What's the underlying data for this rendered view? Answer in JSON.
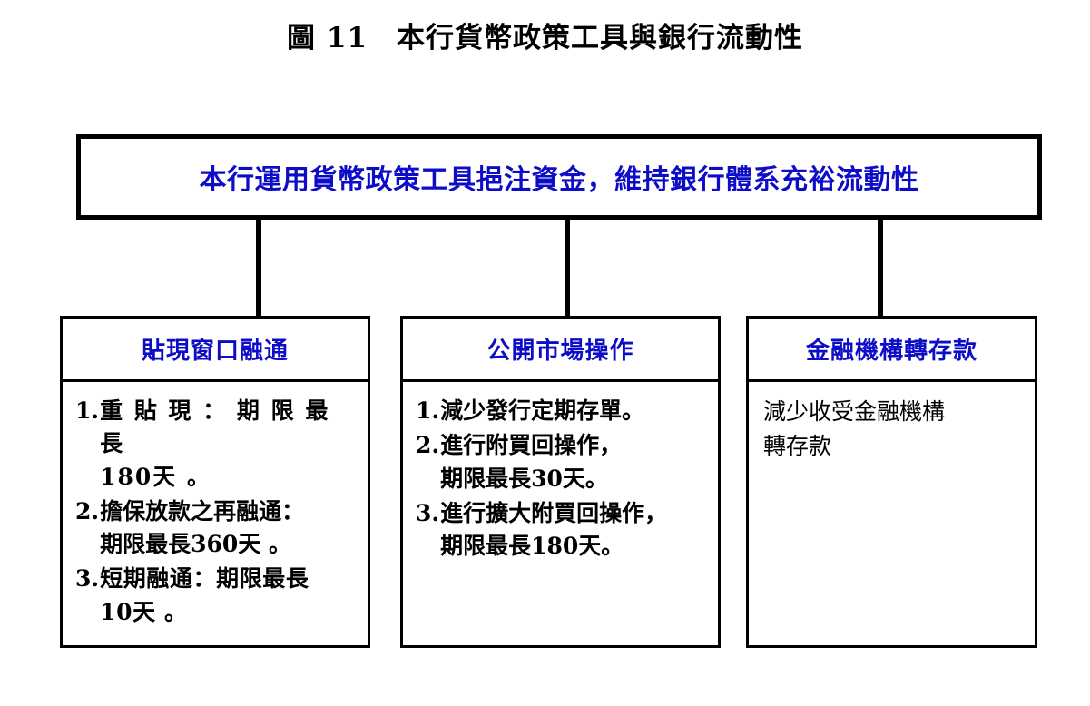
{
  "figure": {
    "title": "圖 11　本行貨幣政策工具與銀行流動性",
    "accent_color": "#0d0dc8",
    "text_color": "#000000",
    "border_color": "#000000",
    "background_color": "#ffffff"
  },
  "banner": {
    "text": "本行運用貨幣政策工具挹注資金，維持銀行體系充裕流動性"
  },
  "columns": [
    {
      "header": "貼現窗口融通",
      "body_type": "numbered-list",
      "items": [
        {
          "num": "1.",
          "text": "重 貼 現 ： 期 限 最 長\n180天 。"
        },
        {
          "num": "2.",
          "text": "擔保放款之再融通：\n期限最長360天 。"
        },
        {
          "num": "3.",
          "text": "短期融通：期限最長\n10天 。"
        }
      ]
    },
    {
      "header": "公開市場操作",
      "body_type": "numbered-list",
      "items": [
        {
          "num": "1.",
          "text": "減少發行定期存單。"
        },
        {
          "num": "2.",
          "text": "進行附買回操作，\n期限最長30天。"
        },
        {
          "num": "3.",
          "text": "進行擴大附買回操作，\n期限最長180天。"
        }
      ]
    },
    {
      "header": "金融機構轉存款",
      "body_type": "paragraph",
      "paragraph": "減少收受金融機構\n轉存款"
    }
  ],
  "connectors": [
    {
      "name": "connector-to-discount-window"
    },
    {
      "name": "connector-to-open-market"
    },
    {
      "name": "connector-to-redeposits"
    }
  ]
}
